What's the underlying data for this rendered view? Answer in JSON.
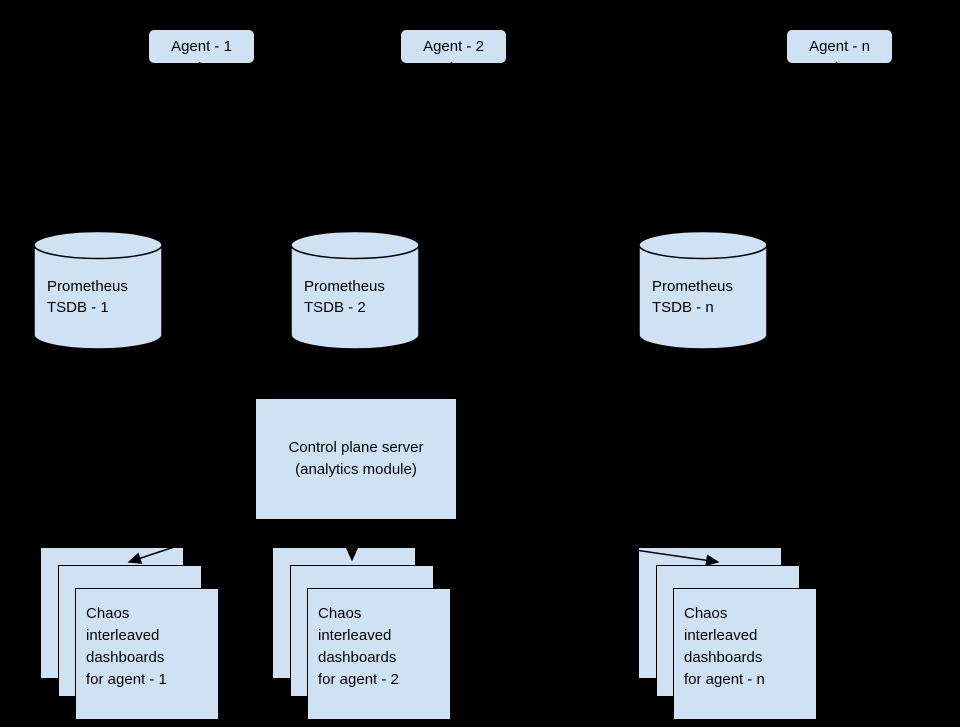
{
  "diagram": {
    "background_color": "#000000",
    "node_fill_color": "#cfe2f3",
    "node_border_color": "#000000",
    "agents": [
      {
        "label": "Agent - 1"
      },
      {
        "label": "Agent - 2"
      },
      {
        "label": "Agent - n"
      }
    ],
    "tsdbs": [
      {
        "label": "Prometheus\nTSDB - 1"
      },
      {
        "label": "Prometheus\nTSDB - 2"
      },
      {
        "label": "Prometheus\nTSDB - n"
      }
    ],
    "control_plane": {
      "label": "Control plane server\n(analytics module)"
    },
    "dashboards": [
      {
        "label": "Chaos\ninterleaved\ndashboards\nfor agent - 1"
      },
      {
        "label": "Chaos\ninterleaved\ndashboards\nfor agent - 2"
      },
      {
        "label": "Chaos\ninterleaved\ndashboards\nfor agent - n"
      }
    ]
  }
}
